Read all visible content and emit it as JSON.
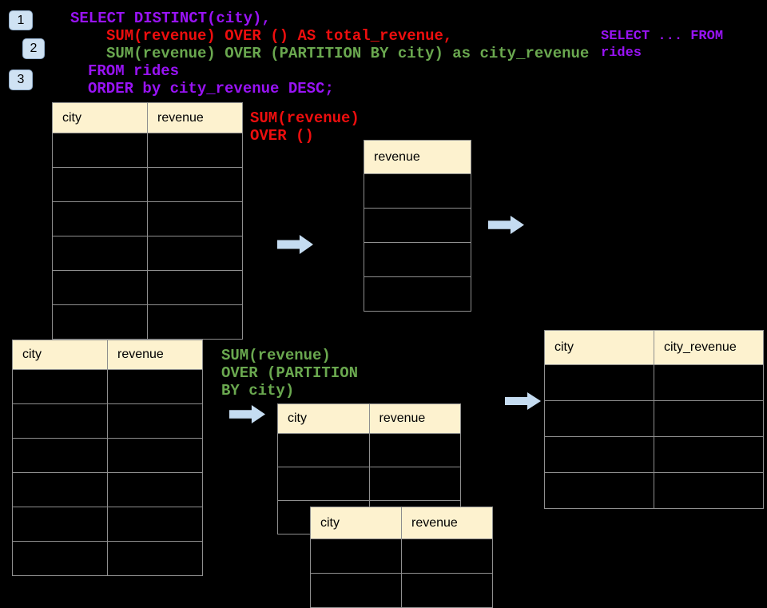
{
  "colors": {
    "purple": "#9913f5",
    "red": "#ed0e0e",
    "green": "#6aa84f",
    "accent_blue": "#c5dcf1",
    "header_fill": "#fdf2cf",
    "border_gray": "#8f8f8f",
    "badge_fill": "#cfe2f3",
    "badge_border": "#93aecb"
  },
  "badges": {
    "step1": "1",
    "step2": "2",
    "step3": "3"
  },
  "sql": {
    "line1": "SELECT DISTINCT(city),",
    "line2": "SUM(revenue) OVER () AS total_revenue,",
    "line3": "SUM(revenue) OVER (PARTITION BY city) as city_revenue",
    "line4": "FROM rides",
    "line5": "ORDER by city_revenue DESC;"
  },
  "side_note": {
    "line1": "SELECT ... FROM",
    "line2": "rides"
  },
  "annotations": {
    "total_note": {
      "line1": "SUM(revenue)",
      "line2": "OVER ()"
    },
    "partition_note": {
      "line1": "SUM(revenue)",
      "line2": "OVER (PARTITION",
      "line3": "BY city)"
    }
  },
  "tables": {
    "source_top": {
      "headers": [
        "city",
        "revenue"
      ],
      "row_count": 6
    },
    "total_result": {
      "headers": [
        "revenue"
      ],
      "row_count": 4
    },
    "source_bottom": {
      "headers": [
        "city",
        "revenue"
      ],
      "row_count": 6
    },
    "partition_front": {
      "headers": [
        "city",
        "revenue"
      ],
      "row_count": 3
    },
    "partition_back": {
      "headers": [
        "city",
        "revenue"
      ],
      "row_count": 2
    },
    "final_result": {
      "headers": [
        "city",
        "city_revenue"
      ],
      "row_count": 4
    }
  }
}
